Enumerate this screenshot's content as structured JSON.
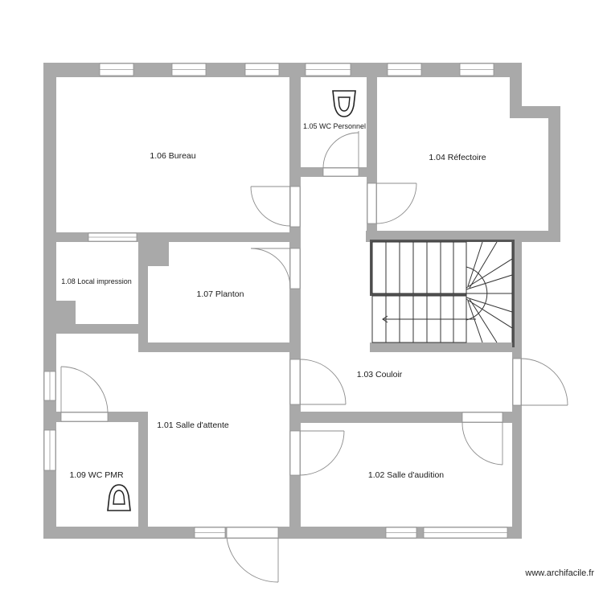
{
  "rooms": {
    "r106": "1.06 Bureau",
    "r105": "1.05 WC Personnel",
    "r104": "1.04 Réfectoire",
    "r108": "1.08 Local impression",
    "r107": "1.07 Planton",
    "r103": "1.03 Couloir",
    "r101": "1.01 Salle d'attente",
    "r109": "1.09 WC PMR",
    "r102": "1.02 Salle d'audition"
  },
  "credit": "www.archifacile.fr",
  "icons": {
    "toilet": "toilet-icon",
    "staircase": "staircase"
  },
  "colors": {
    "wall": "#a9a9a9",
    "background": "#ffffff",
    "stair_lines": "#333333"
  }
}
